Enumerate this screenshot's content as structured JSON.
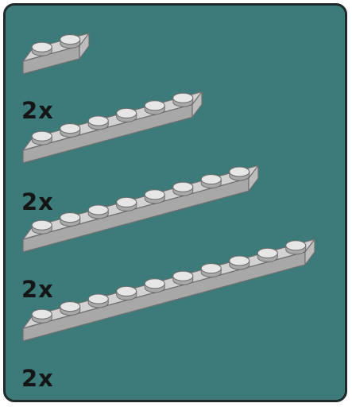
{
  "panel": {
    "background": "#3d7b7b",
    "border": "#1f2a2a"
  },
  "brick_color": {
    "top": "#d2d2d2",
    "front": "#a8a8a8",
    "side": "#bdbdbd",
    "outline": "#6e6e6e"
  },
  "parts": [
    {
      "name": "plate-1x2",
      "studs": 2,
      "quantity": ""
    },
    {
      "name": "plate-1x6",
      "studs": 6,
      "quantity": "2x"
    },
    {
      "name": "plate-1x8",
      "studs": 8,
      "quantity": "2x"
    },
    {
      "name": "plate-1x10",
      "studs": 10,
      "quantity": "2x"
    }
  ],
  "labels": [
    "2x",
    "2x",
    "2x",
    "2x"
  ]
}
